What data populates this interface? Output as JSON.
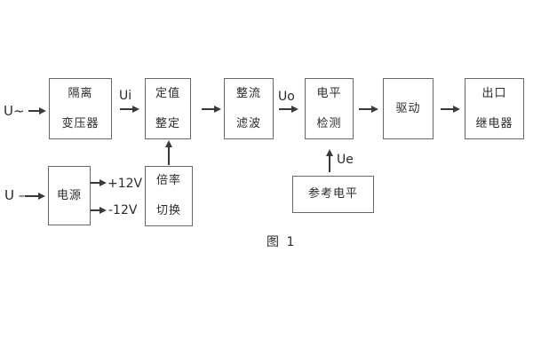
{
  "colors": {
    "background": "#ffffff",
    "block_border": "#686868",
    "line": "#3a3a3a",
    "text": "#2b2b2b"
  },
  "diagram": {
    "caption": "图 1",
    "inputs": {
      "ac_label": "U~",
      "dc_label": "U –"
    },
    "signals": {
      "ui": "Ui",
      "uo": "Uo",
      "ue": "Ue",
      "rail_pos": "+12V",
      "rail_neg": "-12V"
    },
    "blocks": {
      "isolation_transformer": {
        "lines": [
          "隔离",
          "变压器"
        ]
      },
      "setpoint_adjust": {
        "lines": [
          "定值",
          "整定"
        ]
      },
      "rectifier_filter": {
        "lines": [
          "整流",
          "滤波"
        ]
      },
      "level_detector": {
        "lines": [
          "电平",
          "检测"
        ]
      },
      "driver": {
        "lines": [
          "驱动"
        ]
      },
      "output_relay": {
        "lines": [
          "出口",
          "继电器"
        ]
      },
      "power_supply": {
        "lines": [
          "电源"
        ]
      },
      "ratio_switch": {
        "lines": [
          "倍率",
          "切换"
        ]
      },
      "reference_level": {
        "lines": [
          "参考电平"
        ]
      }
    }
  }
}
